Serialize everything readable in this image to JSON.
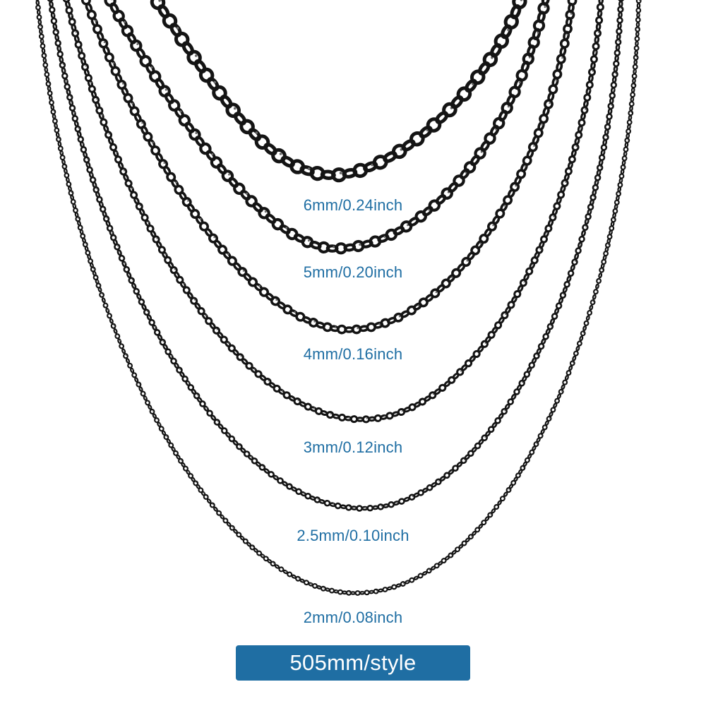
{
  "colors": {
    "label_text": "#1f6ea3",
    "badge_background": "#1f6ea3",
    "badge_text": "#ffffff",
    "chain": "#141414",
    "chain_highlight": "#6a6a6a",
    "background": "#ffffff"
  },
  "chains": [
    {
      "label": "6mm/0.24inch"
    },
    {
      "label": "5mm/0.20inch"
    },
    {
      "label": "4mm/0.16inch"
    },
    {
      "label": "3mm/0.12inch"
    },
    {
      "label": "2.5mm/0.10inch"
    },
    {
      "label": "2mm/0.08inch"
    }
  ],
  "badge": {
    "text": "505mm/style"
  }
}
